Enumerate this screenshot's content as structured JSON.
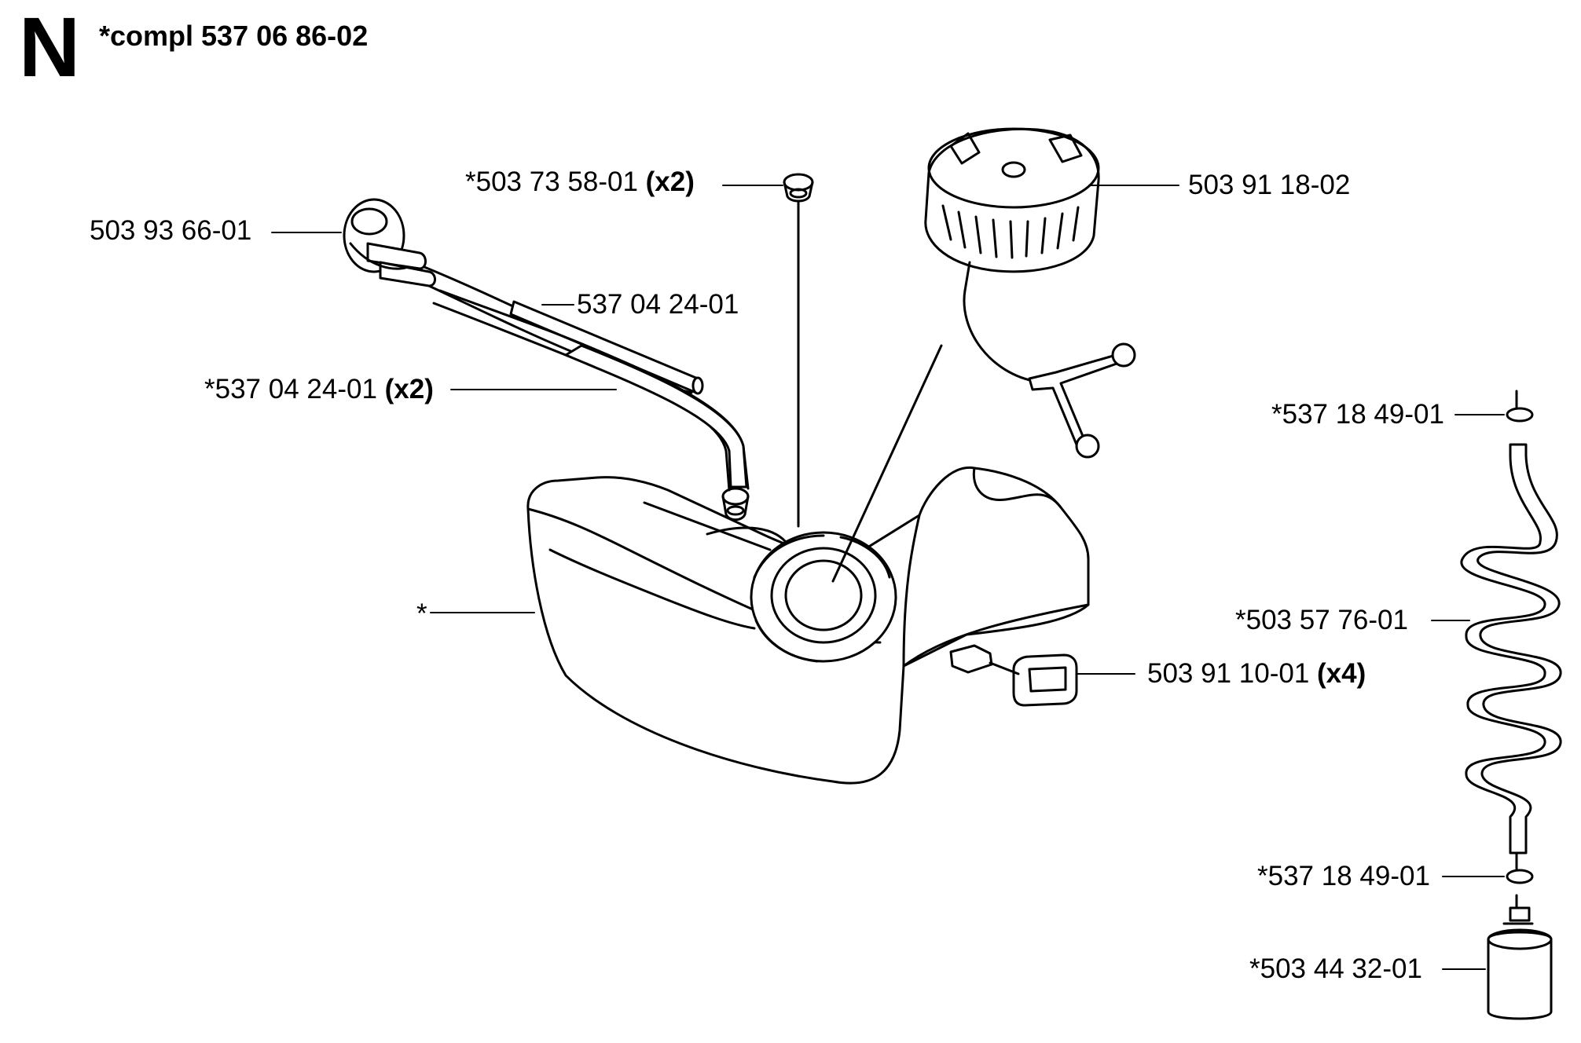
{
  "header": {
    "section_letter": "N",
    "assembly": "*compl 537 06 86-02"
  },
  "parts": {
    "drain_valve": {
      "number": "503 93 66-01",
      "qty": ""
    },
    "grommet": {
      "number": "*503 73 58-01",
      "qty": "(x2)"
    },
    "fuel_cap": {
      "number": "503 91 18-02",
      "qty": ""
    },
    "fuel_hose": {
      "number": "537 04 24-01",
      "qty": ""
    },
    "fuel_hose_set": {
      "number": "*537 04 24-01",
      "qty": "(x2)"
    },
    "tank": {
      "number": "*",
      "qty": ""
    },
    "rubber_buffer": {
      "number": "503 91 10-01",
      "qty": "(x4)"
    },
    "hose_clamp_upper": {
      "number": "*537 18 49-01",
      "qty": ""
    },
    "spiral_hose": {
      "number": "*503 57 76-01",
      "qty": ""
    },
    "hose_clamp_lower": {
      "number": "*537 18 49-01",
      "qty": ""
    },
    "fuel_filter": {
      "number": "*503 44 32-01",
      "qty": ""
    }
  },
  "colors": {
    "ink": "#000000",
    "paper": "#ffffff"
  }
}
